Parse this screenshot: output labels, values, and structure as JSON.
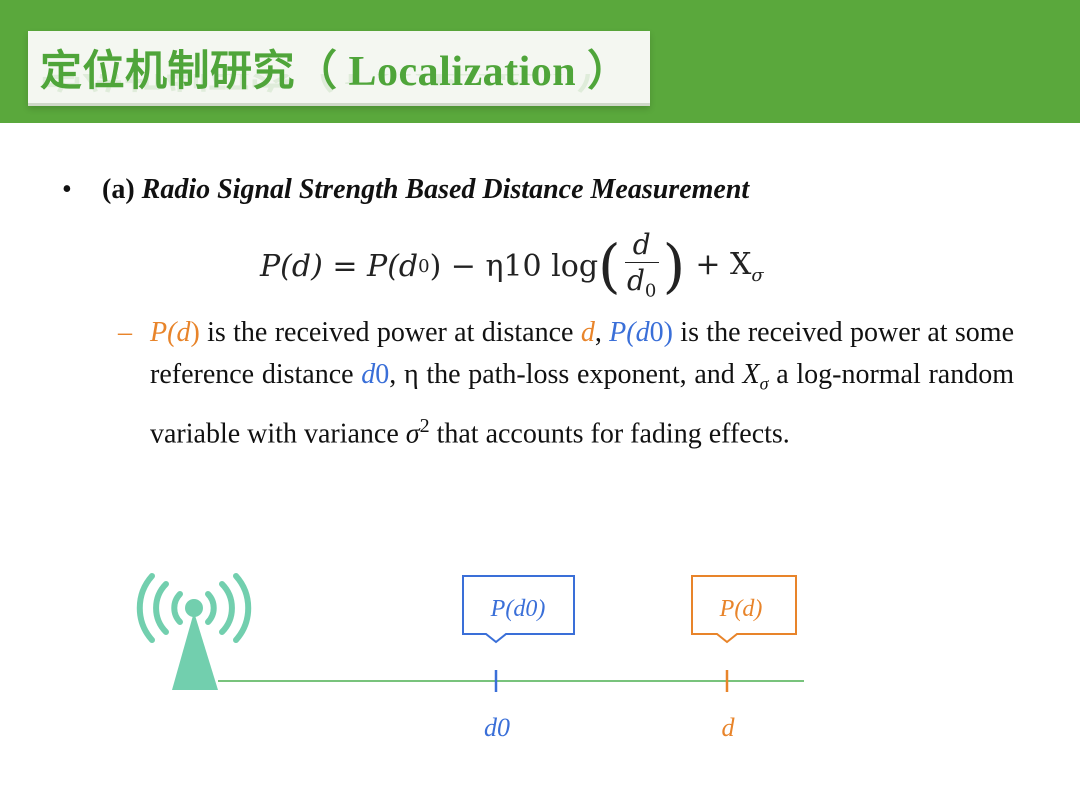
{
  "header": {
    "title": "定位机制研究（ Localization ）",
    "band_color": "#5aa83c",
    "title_color": "#4fa53a"
  },
  "bullet": {
    "marker": "•",
    "label": "(a)",
    "title": "Radio Signal Strength Based Distance Measurement"
  },
  "formula": {
    "lhs": "P(d) = P(d",
    "sub0": "0",
    "mid": ") − η10 log",
    "num": "d",
    "den": "d",
    "den_sub": "0",
    "rhs": "+ X",
    "rhs_sub": "σ"
  },
  "description": {
    "dash": "–",
    "t1": "P(",
    "t1_d": "d",
    "t1_end": ")",
    "t2": " is the received power at distance ",
    "t3": "d",
    "t4": ", ",
    "t5": "P(",
    "t5_d": "d",
    "t5_end": "0)",
    "t6": " is the received power at some reference distance ",
    "t7": "d",
    "t7_end": "0",
    "t8": ",  η the path-loss exponent, and ",
    "t9": "X",
    "t9_sub": "σ",
    "t10": " a log-normal random variable with variance ",
    "t11": "σ",
    "t11_sup": "2",
    "t12": " that accounts for fading effects."
  },
  "diagram": {
    "label_ref": "P(d0)",
    "label_d": "P(d)",
    "axis_ref": "d0",
    "axis_d": "d",
    "icon": "wireless-tower-icon",
    "colors": {
      "blue": "#3a6fd8",
      "orange": "#e8842a",
      "green": "#4caf50",
      "tower": "#72cfae"
    }
  }
}
